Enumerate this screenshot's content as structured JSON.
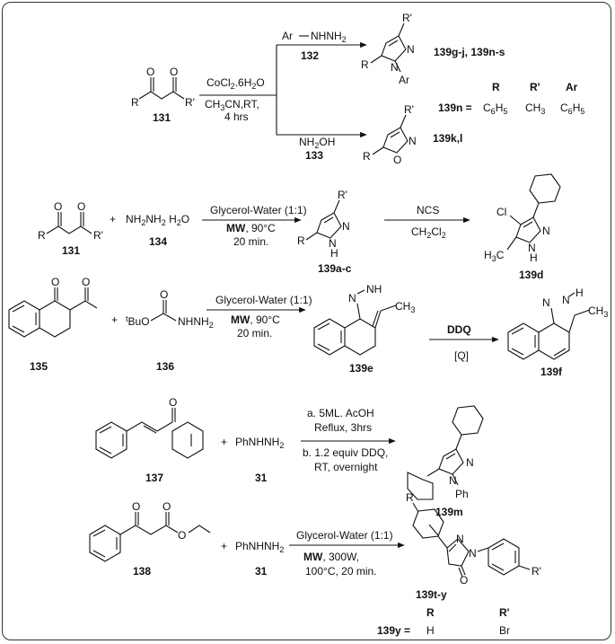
{
  "scheme1": {
    "reactant_label": "131",
    "reactant_R": "R",
    "reactant_R2": "R'",
    "cond_top": "CoCl",
    "cond_top_sub": "2",
    "cond_top_tail": ".6H",
    "cond_top_sub2": "2",
    "cond_top_end": "O",
    "cond_mid": "CH",
    "cond_mid_sub": "3",
    "cond_mid_end": "CN,RT,",
    "cond_bot": "4 hrs",
    "reagent1_a": "Ar",
    "reagent1_b": "NHNH",
    "reagent1_sub": "2",
    "reagent1_label": "132",
    "reagent2": "NH",
    "reagent2_sub": "2",
    "reagent2_end": "OH",
    "reagent2_label": "133",
    "product1_label": "139g-j, 139n-s",
    "product2_label": "139k,l",
    "table_label": "139n =",
    "table_headers": [
      "R",
      "R'",
      "Ar"
    ],
    "table_values": [
      "C6H5",
      "CH3",
      "C6H5"
    ]
  },
  "scheme2": {
    "reactant_label": "131",
    "reagent": "NH",
    "reagent_sub": "2",
    "reagent_mid": "NH",
    "reagent_sub2": "2",
    "reagent_end": "H",
    "reagent_sub3": "2",
    "reagent_end2": "O",
    "reagent_label": "134",
    "cond_top": "Glycerol-Water (1:1)",
    "cond_mw": "MW",
    "cond_mw_tail": ", 90°C",
    "cond_time": "20 min.",
    "product_label": "139a-c",
    "cond2_top": "NCS",
    "cond2_bot": "CH",
    "cond2_sub": "2",
    "cond2_mid": "Cl",
    "cond2_sub2": "2",
    "product2_label": "139d",
    "cl": "Cl",
    "h3c": "H",
    "h3c_sub": "3",
    "h3c_end": "C"
  },
  "scheme3": {
    "reactant_label": "135",
    "reagent_label": "136",
    "reagent_tbu": "t",
    "reagent_tbu2": "BuO",
    "reagent_nh": "NHNH",
    "reagent_sub": "2",
    "cond_top": "Glycerol-Water (1:1)",
    "cond_mw": "MW",
    "cond_mw_tail": ", 90°C",
    "cond_time": "20 min.",
    "product_label": "139e",
    "cond2_top": "DDQ",
    "cond2_bot": "[Q]",
    "product2_label": "139f",
    "ch3": "CH",
    "ch3_sub": "3"
  },
  "scheme4": {
    "reactant_label": "137",
    "reagent": "PhNHNH",
    "reagent_sub": "2",
    "reagent_label": "31",
    "cond_a": "a. 5ML. AcOH",
    "cond_a2": "Reflux, 3hrs",
    "cond_b": "b. 1.2 equiv DDQ,",
    "cond_b2": "RT, overnight",
    "product_label": "139m",
    "ph": "Ph"
  },
  "scheme5": {
    "reactant_label": "138",
    "reagent": "PhNHNH",
    "reagent_sub": "2",
    "reagent_label": "31",
    "cond_top": "Glycerol-Water (1:1)",
    "cond_mw": "MW",
    "cond_mw_tail": ", 300W,",
    "cond_temp": "100°C, 20 min.",
    "product_label": "139t-y",
    "table_label": "139y =",
    "table_headers": [
      "R",
      "R'"
    ],
    "table_values": [
      "H",
      "Br"
    ]
  }
}
